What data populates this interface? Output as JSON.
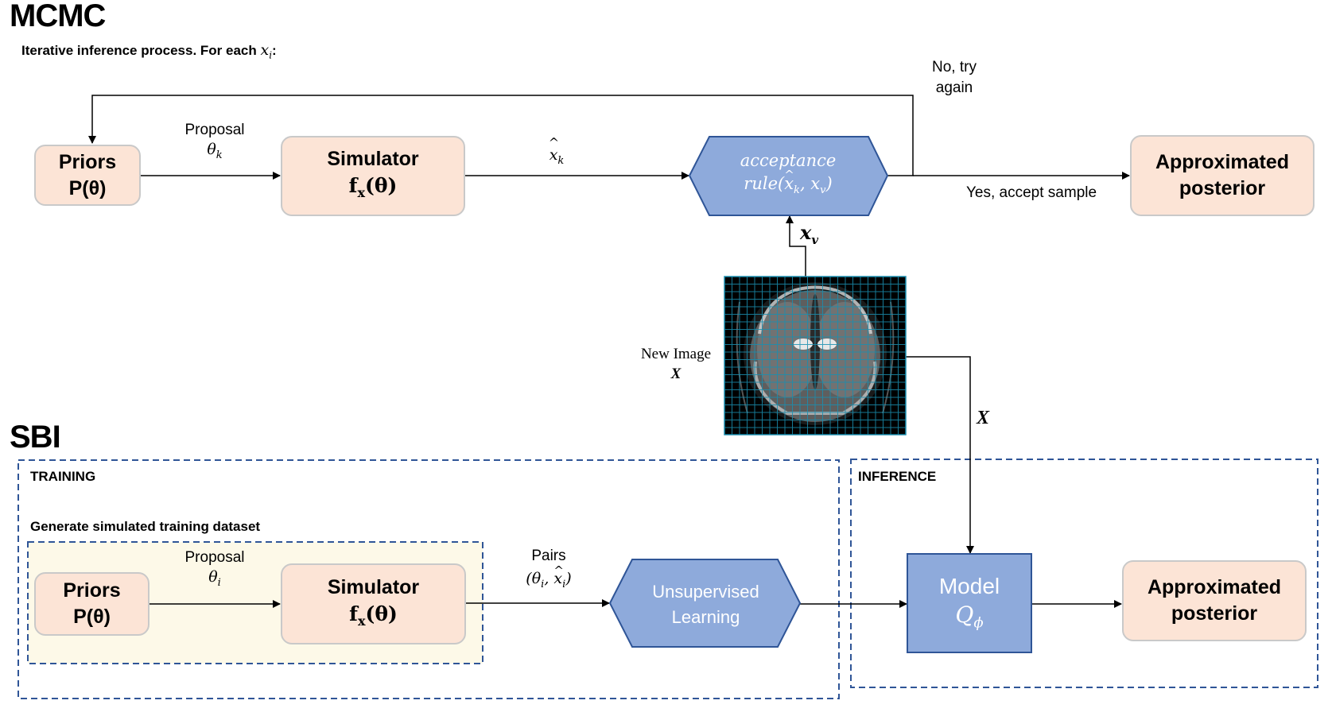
{
  "mcmc": {
    "title": "MCMC",
    "subtitle": "Iterative inference process. For each ",
    "subtitle_var": "x",
    "subtitle_sub": "i",
    "subtitle_end": ":",
    "priors": {
      "line1": "Priors",
      "line2": "P(θ)"
    },
    "proposal": {
      "label": "Proposal",
      "symbol": "θ",
      "sub": "k"
    },
    "simulator": {
      "line1": "Simulator",
      "line2_f": "f",
      "line2_sub": "x",
      "line2_rest": "(θ)"
    },
    "sim_output": {
      "symbol": "x",
      "sub": "k"
    },
    "acceptance": {
      "line1": "acceptance",
      "line2": "rule(",
      "line2_hat": "x",
      "line2_hat_sub": "k",
      "line2_mid": ", x",
      "line2_mid_sub": "v",
      "line2_end": ")"
    },
    "xv": {
      "symbol": "x",
      "sub": "v"
    },
    "reject": {
      "line1": "No, try",
      "line2": "again"
    },
    "accept": "Yes, accept sample",
    "posterior": {
      "line1": "Approximated",
      "line2": "posterior"
    }
  },
  "new_image": {
    "line1": "New Image",
    "line2": "X",
    "arrow_label": "X"
  },
  "sbi": {
    "title": "SBI",
    "training": {
      "label": "TRAINING",
      "sub_label": "Generate simulated training dataset",
      "priors": {
        "line1": "Priors",
        "line2": "P(θ)"
      },
      "proposal": {
        "label": "Proposal",
        "symbol": "θ",
        "sub": "i"
      },
      "simulator": {
        "line1": "Simulator",
        "line2_f": "f",
        "line2_sub": "x",
        "line2_rest": "(θ)"
      },
      "pairs": {
        "label": "Pairs",
        "open": "(θ",
        "sub1": "i",
        "mid": ", ",
        "hat": "x",
        "sub2": "i",
        "close": ")"
      },
      "learning": {
        "line1": "Unsupervised",
        "line2": "Learning"
      }
    },
    "inference": {
      "label": "INFERENCE",
      "model": {
        "line1": "Model",
        "symbol": "Q",
        "sub": "ϕ"
      },
      "posterior": {
        "line1": "Approximated",
        "line2": "posterior"
      }
    }
  },
  "colors": {
    "box_fill": "#fce4d6",
    "box_border": "#c9c9c9",
    "blue_fill": "#8eaadb",
    "blue_border": "#2f5597",
    "dashed": "#2f5597",
    "training_fill": "#fdf9e8"
  }
}
